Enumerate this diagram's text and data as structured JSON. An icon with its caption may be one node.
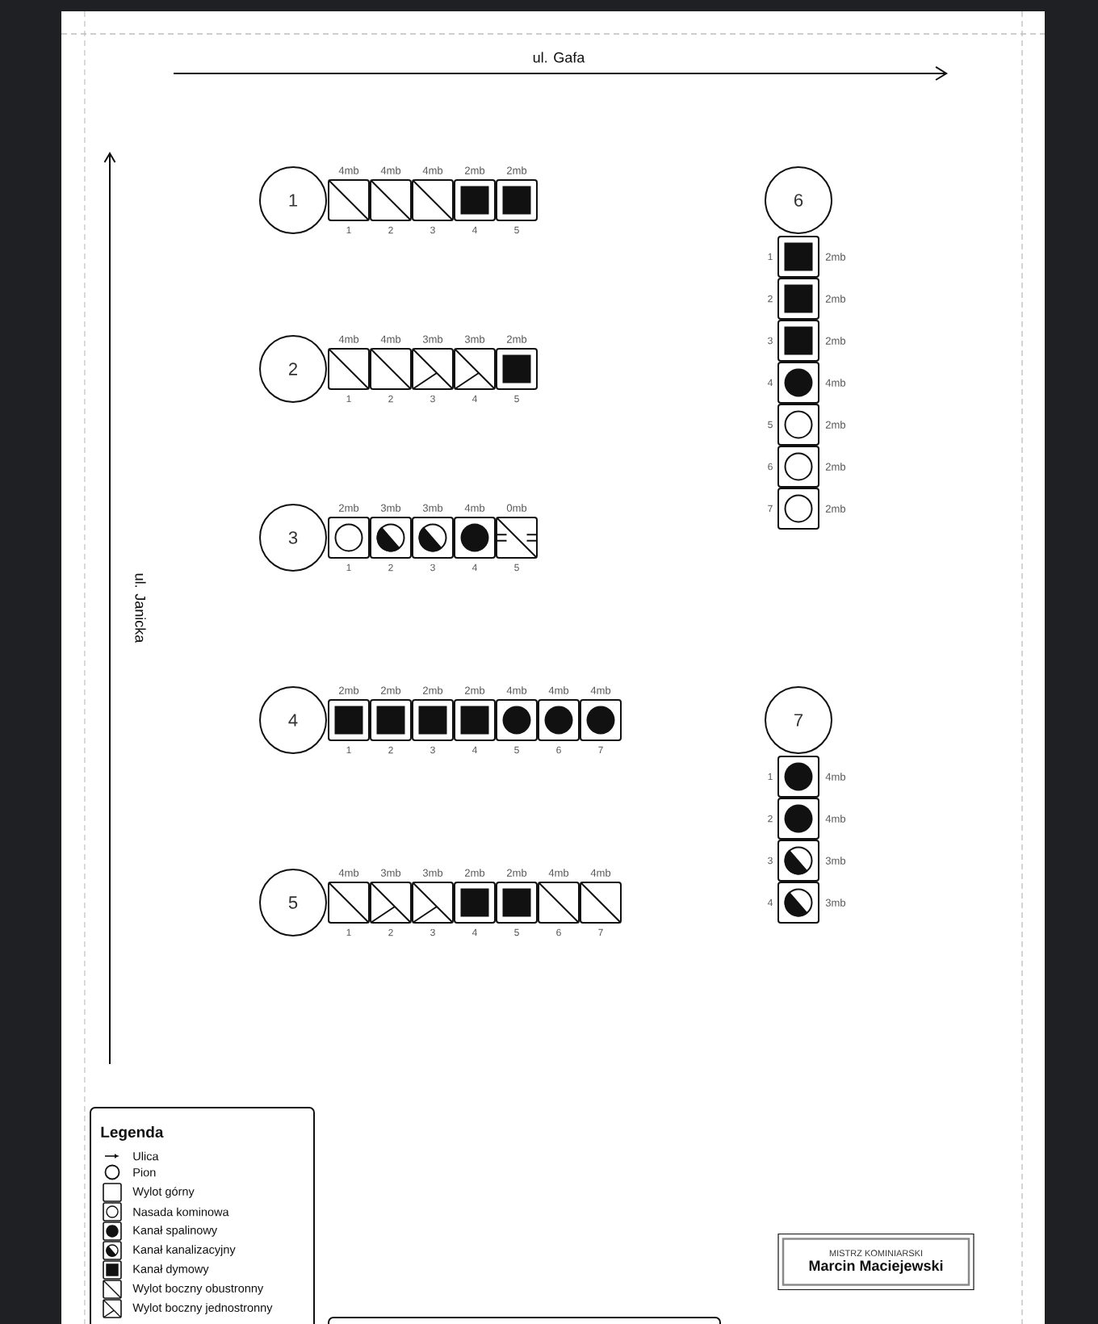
{
  "diagram": {
    "nodes": [
      {
        "text": [
          "1"
        ]
      },
      {
        "text": [],
        "shape": "box",
        "beside": [
          "4mb",
          "1"
        ]
      },
      {
        "text": [],
        "shape": "box",
        "beside": [
          "4mb",
          "2"
        ]
      },
      {
        "text": [],
        "shape": "box",
        "beside": [
          "4mb",
          "3"
        ]
      },
      {
        "text": [],
        "shape": "box",
        "beside": [
          "2mb",
          "4"
        ]
      },
      {
        "text": [],
        "shape": "box",
        "beside": [
          "2mb",
          "5"
        ]
      },
      {
        "text": [
          "2"
        ]
      },
      {
        "text": [],
        "shape": "box",
        "beside": [
          "4mb",
          "1"
        ]
      },
      {
        "text": [],
        "shape": "box",
        "beside": [
          "4mb",
          "2"
        ]
      },
      {
        "text": [],
        "shape": "box",
        "beside": [
          "3mb",
          "3"
        ]
      },
      {
        "text": [],
        "shape": "box",
        "beside": [
          "3mb",
          "4"
        ]
      },
      {
        "text": [],
        "shape": "box",
        "beside": [
          "2mb",
          "5"
        ]
      },
      {
        "text": [
          "3"
        ]
      },
      {
        "text": [],
        "shape": "box",
        "beside": [
          "2mb",
          "1"
        ]
      },
      {
        "text": [],
        "shape": "box",
        "beside": [
          "3mb",
          "2"
        ]
      },
      {
        "text": [],
        "shape": "box",
        "beside": [
          "3mb",
          "3"
        ]
      },
      {
        "text": [],
        "shape": "box",
        "beside": [
          "4mb",
          "4"
        ]
      },
      {
        "text": [],
        "shape": "box",
        "beside": [
          "0mb",
          "5"
        ]
      },
      {
        "text": [
          "4"
        ]
      },
      {
        "text": [],
        "shape": "box",
        "beside": [
          "2mb",
          "1"
        ]
      },
      {
        "text": [],
        "shape": "box",
        "beside": [
          "2mb",
          "2"
        ]
      },
      {
        "text": [],
        "shape": "box",
        "beside": [
          "2mb",
          "3"
        ]
      },
      {
        "text": [],
        "shape": "box",
        "beside": [
          "2mb",
          "4"
        ]
      },
      {
        "text": [],
        "shape": "box",
        "beside": [
          "4mb",
          "5"
        ]
      },
      {
        "text": [],
        "shape": "box",
        "beside": [
          "4mb",
          "6"
        ]
      },
      {
        "text": [],
        "shape": "box",
        "beside": [
          "4mb",
          "7"
        ]
      },
      {
        "text": [
          "5"
        ]
      },
      {
        "text": [],
        "shape": "box",
        "beside": [
          "4mb",
          "1"
        ]
      },
      {
        "text": [],
        "shape": "box",
        "beside": [
          "3mb",
          "2"
        ]
      },
      {
        "text": [],
        "shape": "box",
        "beside": [
          "3mb",
          "3"
        ]
      },
      {
        "text": [],
        "shape": "box",
        "beside": [
          "2mb",
          "4"
        ]
      },
      {
        "text": [],
        "shape": "box",
        "beside": [
          "2mb",
          "5"
        ]
      },
      {
        "text": [],
        "shape": "box",
        "beside": [
          "4mb",
          "6"
        ]
      },
      {
        "text": [],
        "shape": "box",
        "beside": [
          "4mb",
          "7"
        ]
      },
      {
        "text": [
          "6"
        ]
      },
      {
        "text": [],
        "shape": "box",
        "beside": [
          "1",
          "2mb"
        ]
      },
      {
        "text": [],
        "shape": "box",
        "beside": [
          "2",
          "2mb"
        ]
      },
      {
        "text": [],
        "shape": "box",
        "beside": [
          "3",
          "2mb"
        ]
      },
      {
        "text": [],
        "shape": "box",
        "beside": [
          "4",
          "4mb"
        ]
      },
      {
        "text": [],
        "shape": "box",
        "beside": [
          "5",
          "2mb"
        ]
      },
      {
        "text": [],
        "shape": "box",
        "beside": [
          "6",
          "2mb"
        ]
      },
      {
        "text": [],
        "shape": "box",
        "beside": [
          "7",
          "2mb"
        ]
      },
      {
        "text": [
          "7"
        ]
      },
      {
        "text": [],
        "shape": "box",
        "beside": [
          "1",
          "4mb"
        ]
      },
      {
        "text": [],
        "shape": "box",
        "beside": [
          "2",
          "4mb"
        ]
      },
      {
        "text": [],
        "shape": "box",
        "beside": [
          "3",
          "3mb"
        ]
      },
      {
        "text": [],
        "shape": "box",
        "beside": [
          "4",
          "3mb"
        ]
      },
      {
        "text": [
          "MISTRZ KOMINIARSKI",
          "Marcin Maciejewski"
        ]
      }
    ],
    "labels": [
      "ul. Gafa",
      "ul. Janicka",
      "Legenda"
    ],
    "legend": [
      {
        "text": "Ulica"
      },
      {
        "text": "Pion"
      },
      {
        "text": "Wylot górny"
      },
      {
        "text": "Nasada kominowa"
      },
      {
        "text": "Kanał spalinowy"
      },
      {
        "text": "Kanał kanalizacyjny"
      },
      {
        "text": "Kanał dymowy"
      },
      {
        "text": "Wylot boczny obustronny"
      },
      {
        "text": "Wylot boczny jednostronny"
      }
    ]
  }
}
